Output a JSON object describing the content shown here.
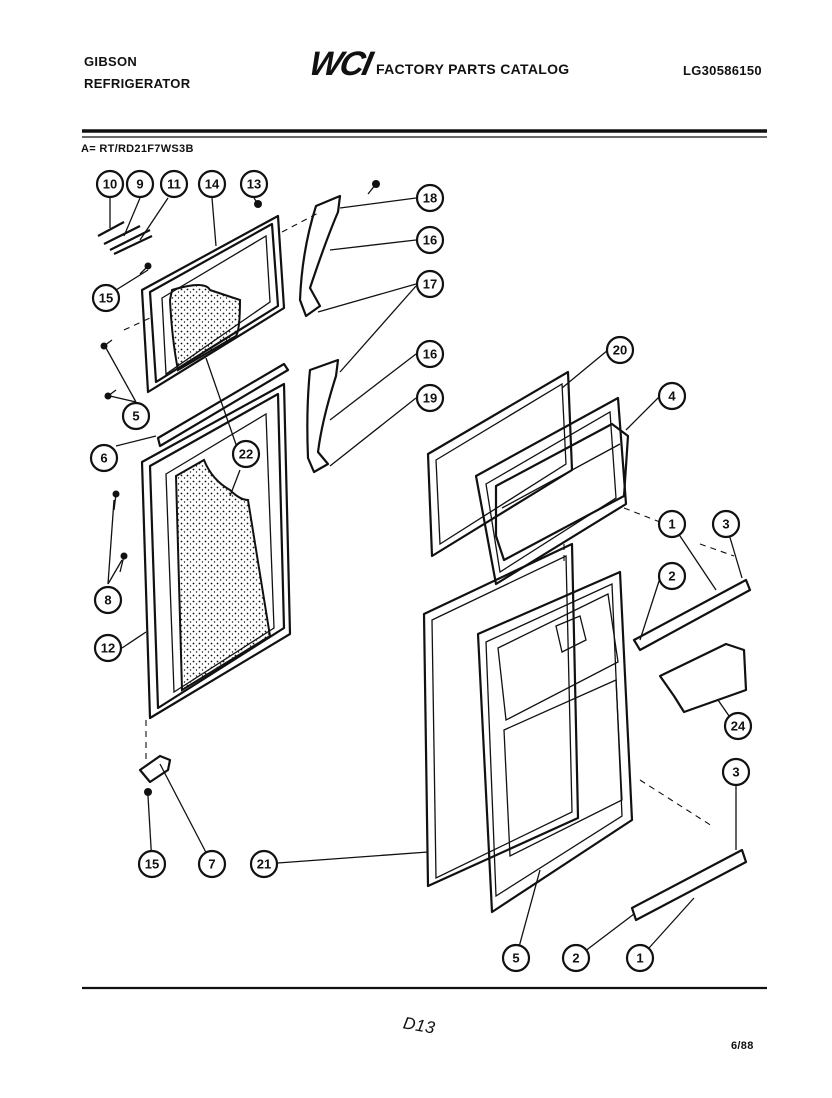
{
  "header": {
    "brand_line1": "GIBSON",
    "brand_line2": "REFRIGERATOR",
    "logo": "WCI",
    "catalog_title": "FACTORY PARTS CATALOG",
    "part_number": "LG30586150"
  },
  "model_line": "A= RT/RD21F7WS3B",
  "footer": {
    "page_code": "D13",
    "date": "6/88"
  },
  "callouts": [
    "10",
    "9",
    "11",
    "14",
    "13",
    "18",
    "16",
    "17",
    "15",
    "5",
    "16",
    "19",
    "6",
    "22",
    "20",
    "4",
    "8",
    "1",
    "3",
    "2",
    "12",
    "24",
    "3",
    "15",
    "7",
    "21",
    "5",
    "2",
    "1"
  ]
}
